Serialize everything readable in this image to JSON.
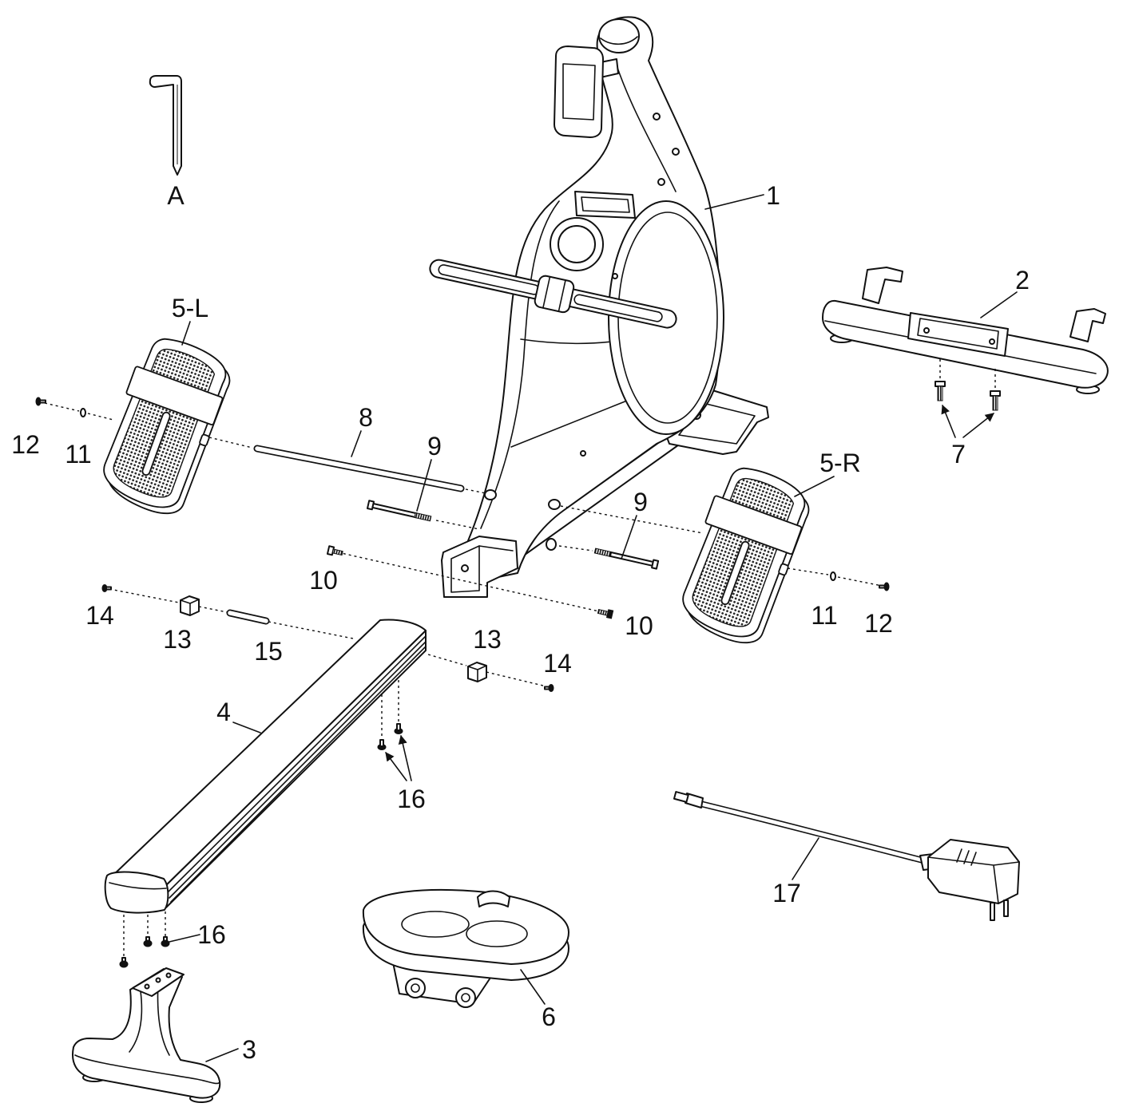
{
  "callouts": {
    "tool_a": "A",
    "part_1": "1",
    "part_2": "2",
    "part_3": "3",
    "part_4": "4",
    "part_5_left": "5-L",
    "part_5_right": "5-R",
    "part_6": "6",
    "part_7": "7",
    "part_8": "8",
    "part_9_left": "9",
    "part_9_right": "9",
    "part_10_left": "10",
    "part_10_right": "10",
    "part_11_left": "11",
    "part_11_right": "11",
    "part_12_left": "12",
    "part_12_right": "12",
    "part_13_left": "13",
    "part_13_right": "13",
    "part_14_left": "14",
    "part_14_right": "14",
    "part_15": "15",
    "part_16_upper": "16",
    "part_16_lower": "16",
    "part_17": "17"
  },
  "colors": {
    "line": "#111111",
    "background": "#ffffff"
  }
}
